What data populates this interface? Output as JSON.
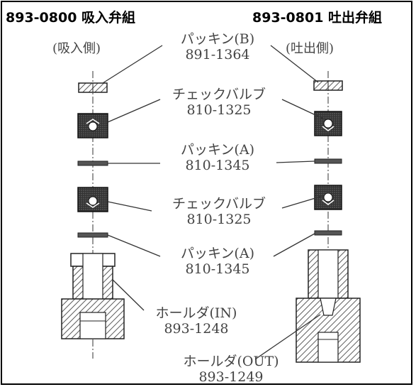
{
  "titles": {
    "left": "893-0800 吸入弁組",
    "right": "893-0801 吐出弁組"
  },
  "sides": {
    "left": "(吸入側)",
    "right": "(吐出側)"
  },
  "parts": [
    {
      "name": "パッキン(B)",
      "code": "891-1364"
    },
    {
      "name": "チェックバルブ",
      "code": "810-1325"
    },
    {
      "name": "パッキン(A)",
      "code": "810-1345"
    },
    {
      "name": "チェックバルブ",
      "code": "810-1325"
    },
    {
      "name": "パッキン(A)",
      "code": "810-1345"
    },
    {
      "name": "ホールダ(IN)",
      "code": "893-1248"
    },
    {
      "name": "ホールダ(OUT)",
      "code": "893-1249"
    }
  ]
}
